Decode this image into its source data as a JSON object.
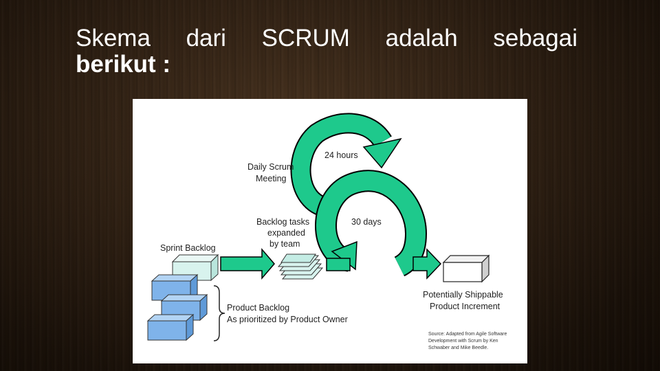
{
  "slide": {
    "title_line1": "Skema dari SCRUM adalah sebagai",
    "title_line2": "berikut :"
  },
  "diagram": {
    "daily_meeting_line1": "Daily Scrum",
    "daily_meeting_line2": "Meeting",
    "cycle_short": "24 hours",
    "cycle_long": "30 days",
    "backlog_tasks_line1": "Backlog tasks",
    "backlog_tasks_line2": "expanded",
    "backlog_tasks_line3": "by team",
    "sprint_backlog": "Sprint Backlog",
    "product_backlog_line1": "Product Backlog",
    "product_backlog_line2": "As prioritized by Product Owner",
    "increment_line1": "Potentially Shippable",
    "increment_line2": "Product Increment",
    "source_line1": "Source: Adapted from Agile Software",
    "source_line2": "Development with Scrum by Ken",
    "source_line3": "Schwaber and Mike Beedle."
  },
  "colors": {
    "arrow_green": "#1ec98c",
    "box_blue": "#7fb3ea",
    "box_light": "#d8f3ee"
  }
}
